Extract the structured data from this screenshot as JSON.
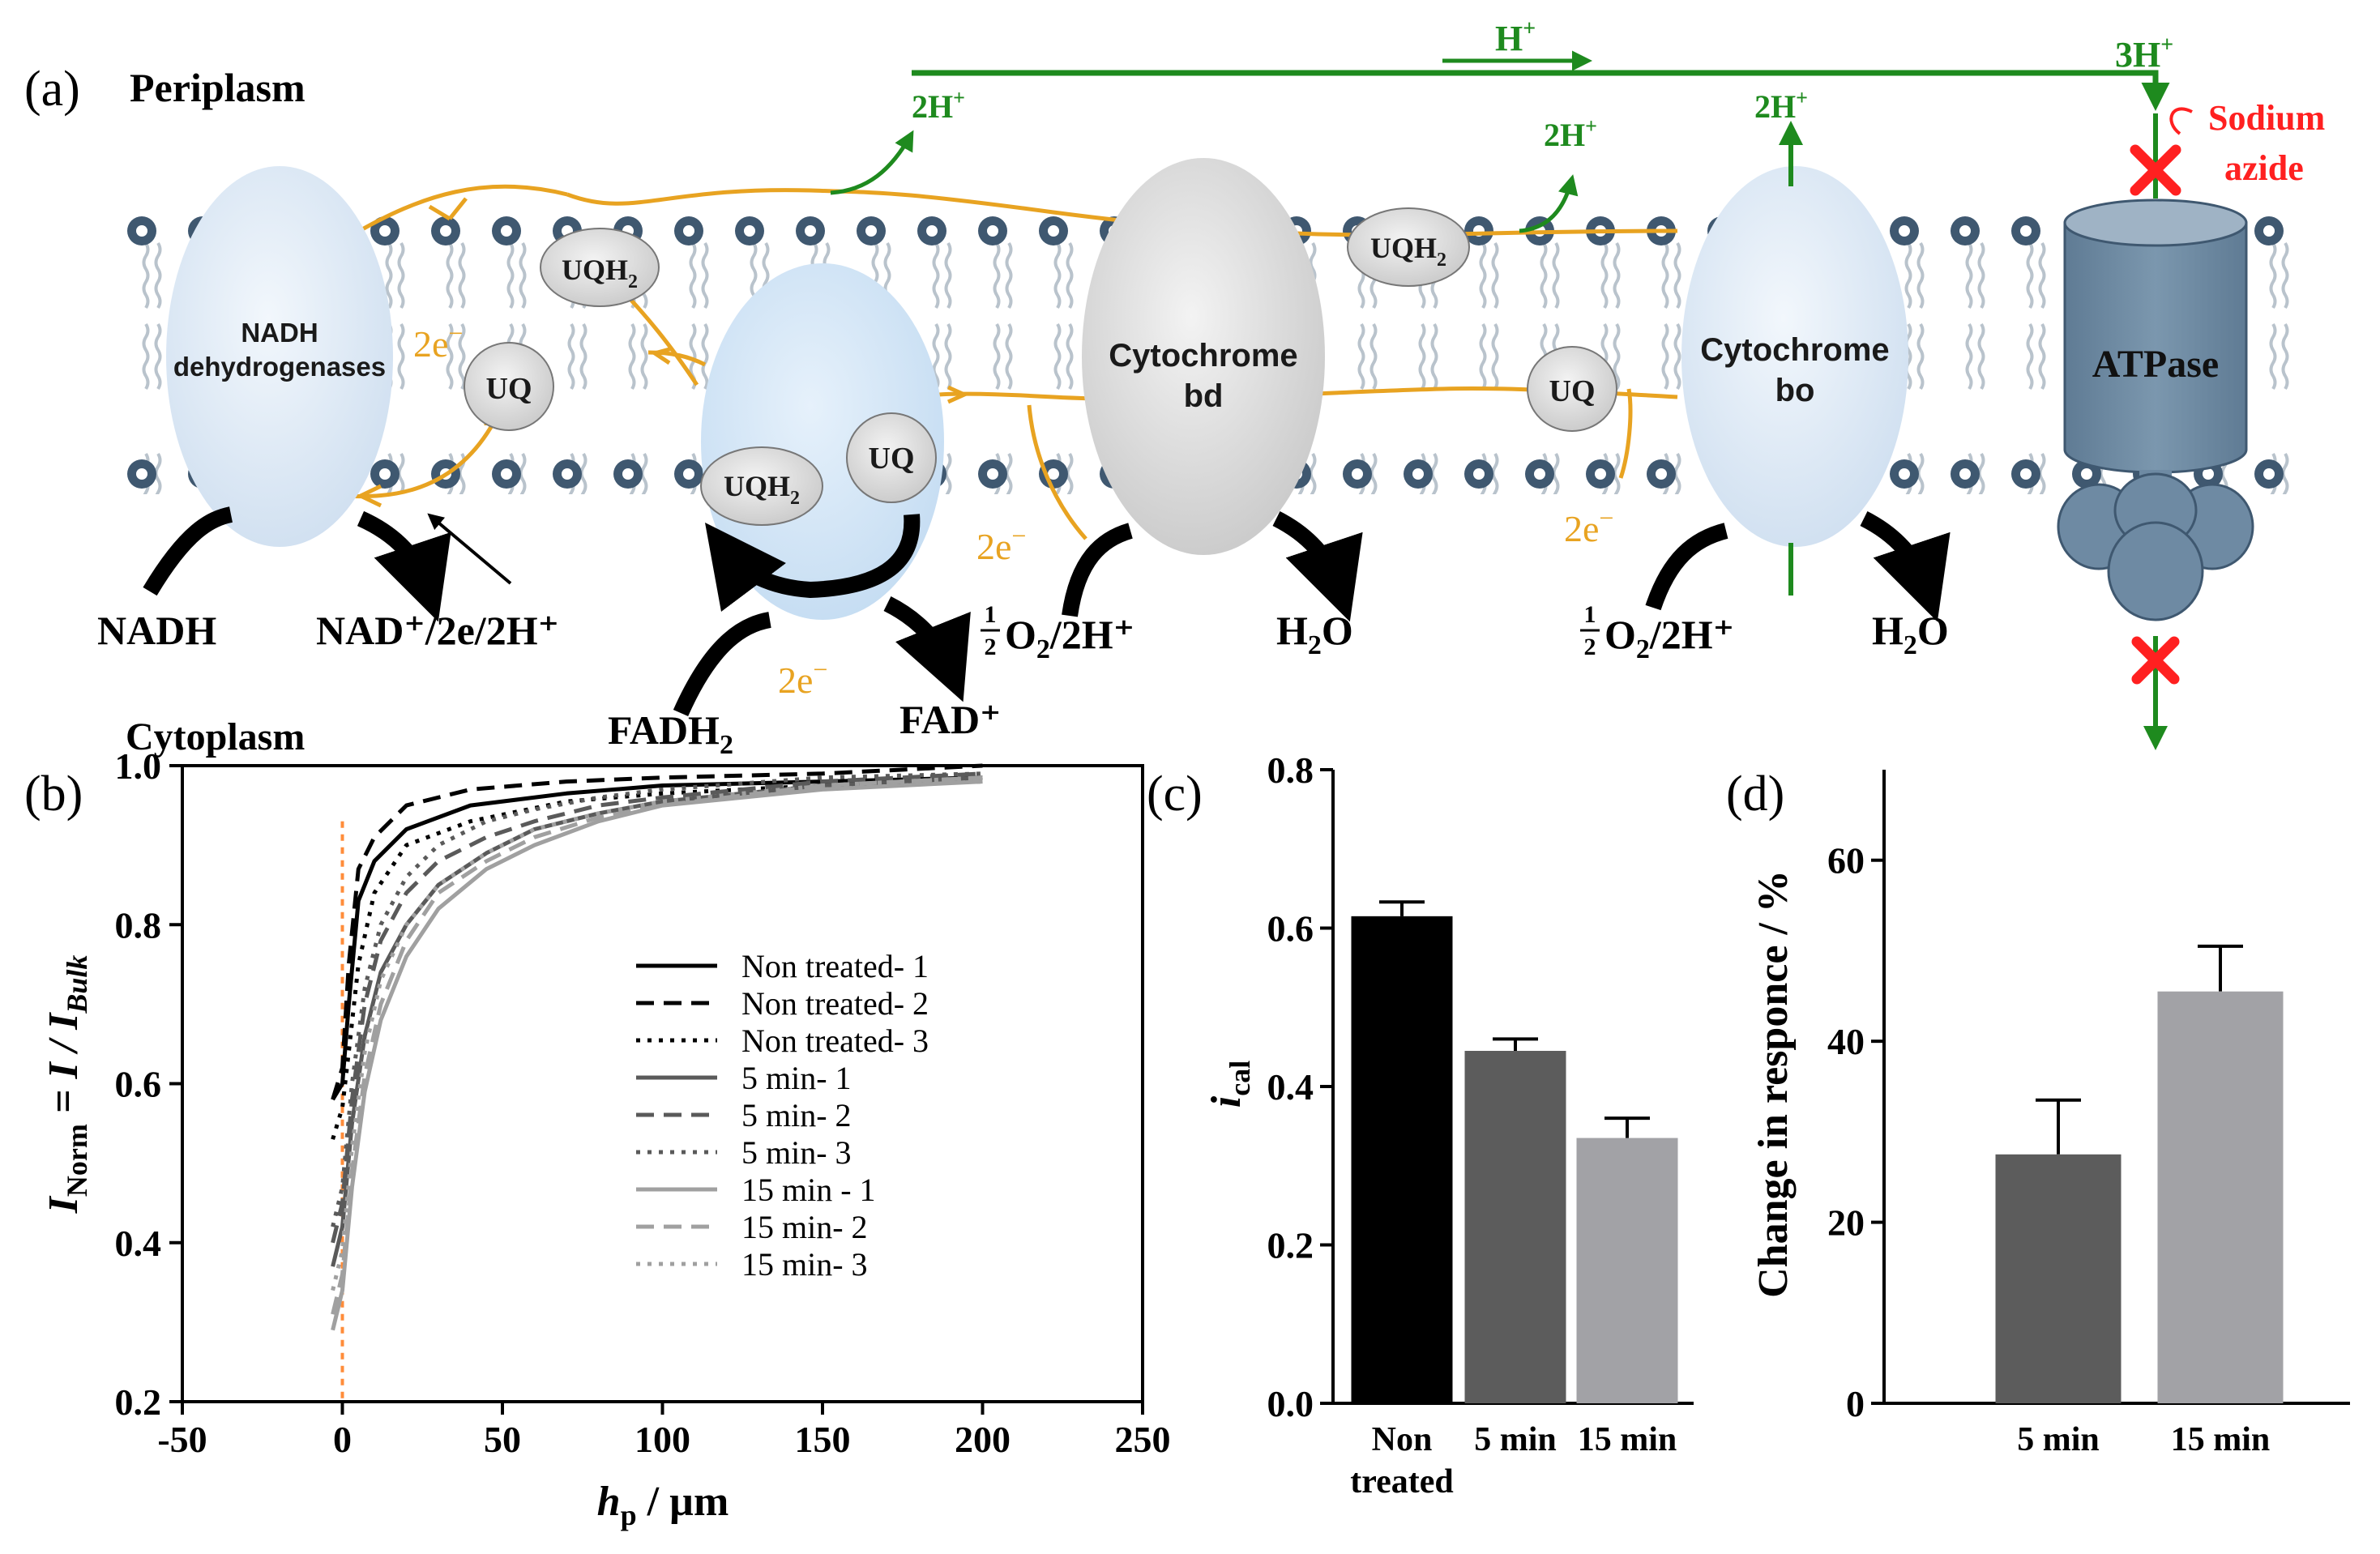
{
  "panel_a": {
    "label": "(a)",
    "periplasm": "Periplasm",
    "cytoplasm": "Cytoplasm",
    "nadh_dh": [
      "NADH",
      "dehydrogenases"
    ],
    "cyt_bd": [
      "Cytochrome",
      "bd"
    ],
    "cyt_bo": [
      "Cytochrome",
      "bo"
    ],
    "atpase": "ATPase",
    "uq": "UQ",
    "uqh2": "UQH",
    "sub2": "2",
    "two_e": "2e",
    "minus": "−",
    "h_plus": "H",
    "sup_plus": "+",
    "two_h": "2H",
    "three_h": "3H",
    "sodium_azide": [
      "Sodium",
      "azide"
    ],
    "nadh": "NADH",
    "nad_products": "NAD⁺/2e/2H⁺",
    "fadh2": "FADH",
    "fad": "FAD⁺",
    "half": [
      "1",
      "2"
    ],
    "o2": "O",
    "o2_rest": "/2H⁺",
    "h2o": [
      "H",
      "O"
    ],
    "colors": {
      "electron": "#e8a321",
      "proton": "#1e8a1e",
      "block": "#ff2020",
      "azide": "#ff2020",
      "protein": "#dbe8f6",
      "atpase": "#6e8aa3"
    }
  },
  "chart_data": [
    {
      "panel": "(b)",
      "type": "line",
      "xlabel_var": "h",
      "xlabel_sub": "p",
      "xlabel_unit": " / µm",
      "ylabel_var": "I",
      "ylabel_sub": "Norm",
      "ylabel_eq": " = I / I",
      "ylabel_sub2": "Bulk",
      "xlim": [
        -50,
        250
      ],
      "ylim": [
        0.2,
        1.0
      ],
      "xticks": [
        "-50",
        "0",
        "50",
        "100",
        "150",
        "200",
        "250"
      ],
      "yticks": [
        "0.2",
        "0.4",
        "0.6",
        "0.8",
        "1.0"
      ],
      "series": [
        {
          "name": "Non treated- 1",
          "color": "#000000",
          "dash": "solid",
          "x": [
            -3,
            0,
            2,
            5,
            10,
            20,
            40,
            70,
            100,
            150,
            200
          ],
          "y": [
            0.58,
            0.6,
            0.7,
            0.83,
            0.88,
            0.92,
            0.95,
            0.965,
            0.975,
            0.98,
            0.985
          ]
        },
        {
          "name": "Non treated- 2",
          "color": "#000000",
          "dash": "dash",
          "x": [
            -3,
            0,
            2,
            5,
            10,
            20,
            40,
            70,
            100,
            150,
            200
          ],
          "y": [
            0.58,
            0.62,
            0.75,
            0.87,
            0.91,
            0.95,
            0.97,
            0.98,
            0.985,
            0.99,
            1.0
          ]
        },
        {
          "name": "Non treated- 3",
          "color": "#000000",
          "dash": "dot",
          "x": [
            -3,
            0,
            2,
            5,
            10,
            20,
            40,
            70,
            100,
            150,
            200
          ],
          "y": [
            0.53,
            0.57,
            0.64,
            0.75,
            0.84,
            0.9,
            0.93,
            0.955,
            0.965,
            0.975,
            0.98
          ]
        },
        {
          "name": "5 min- 1",
          "color": "#5a5a5a",
          "dash": "solid",
          "x": [
            -3,
            0,
            3,
            7,
            12,
            20,
            30,
            45,
            60,
            80,
            100,
            150,
            200
          ],
          "y": [
            0.37,
            0.42,
            0.55,
            0.66,
            0.74,
            0.8,
            0.85,
            0.89,
            0.92,
            0.94,
            0.955,
            0.975,
            0.985
          ]
        },
        {
          "name": "5 min- 2",
          "color": "#5a5a5a",
          "dash": "dash",
          "x": [
            -3,
            0,
            3,
            7,
            12,
            20,
            30,
            45,
            60,
            80,
            100,
            150,
            200
          ],
          "y": [
            0.4,
            0.45,
            0.58,
            0.7,
            0.78,
            0.84,
            0.88,
            0.91,
            0.93,
            0.95,
            0.96,
            0.98,
            0.99
          ]
        },
        {
          "name": "5 min- 3",
          "color": "#5a5a5a",
          "dash": "dot",
          "x": [
            -3,
            0,
            3,
            7,
            12,
            20,
            30,
            45,
            60,
            80,
            100,
            150,
            200
          ],
          "y": [
            0.42,
            0.47,
            0.6,
            0.72,
            0.8,
            0.86,
            0.9,
            0.93,
            0.945,
            0.96,
            0.97,
            0.985,
            0.99
          ]
        },
        {
          "name": "15 min - 1",
          "color": "#a0a0a0",
          "dash": "solid",
          "x": [
            -3,
            0,
            3,
            7,
            12,
            20,
            30,
            45,
            60,
            80,
            100,
            150,
            200
          ],
          "y": [
            0.29,
            0.34,
            0.47,
            0.59,
            0.68,
            0.76,
            0.82,
            0.87,
            0.9,
            0.93,
            0.95,
            0.97,
            0.98
          ]
        },
        {
          "name": "15 min- 2",
          "color": "#a0a0a0",
          "dash": "dash",
          "x": [
            -3,
            0,
            3,
            7,
            12,
            20,
            30,
            45,
            60,
            80,
            100,
            150,
            200
          ],
          "y": [
            0.31,
            0.36,
            0.49,
            0.61,
            0.7,
            0.78,
            0.84,
            0.88,
            0.91,
            0.935,
            0.95,
            0.975,
            0.985
          ]
        },
        {
          "name": "15 min- 3",
          "color": "#a0a0a0",
          "dash": "dot",
          "x": [
            -3,
            0,
            3,
            7,
            12,
            20,
            30,
            45,
            60,
            80,
            100,
            150,
            200
          ],
          "y": [
            0.34,
            0.39,
            0.52,
            0.64,
            0.73,
            0.8,
            0.85,
            0.89,
            0.92,
            0.94,
            0.955,
            0.975,
            0.985
          ]
        }
      ],
      "reference_line": {
        "x": 0,
        "color": "#ff8c3a"
      },
      "legend_position": "center-right"
    },
    {
      "panel": "(c)",
      "type": "bar",
      "ylabel_var": "i",
      "ylabel_sub": "cal",
      "ylim": [
        0.0,
        0.8
      ],
      "yticks": [
        "0.0",
        "0.2",
        "0.4",
        "0.6",
        "0.8"
      ],
      "categories": [
        [
          "Non",
          "treated"
        ],
        [
          "5 min"
        ],
        [
          "15 min"
        ]
      ],
      "values": [
        0.615,
        0.445,
        0.335
      ],
      "errors": [
        0.018,
        0.015,
        0.025
      ],
      "colors": [
        "#000000",
        "#5c5c5c",
        "#a2a2a6"
      ]
    },
    {
      "panel": "(d)",
      "type": "bar",
      "ylabel": "Change in responce / %",
      "ylim": [
        0,
        70
      ],
      "yticks": [
        "0",
        "20",
        "40",
        "60"
      ],
      "categories": [
        "5 min",
        "15 min"
      ],
      "values": [
        27.5,
        45.5
      ],
      "errors": [
        6.0,
        5.0
      ],
      "colors": [
        "#5c5c5c",
        "#a2a2a6"
      ]
    }
  ]
}
